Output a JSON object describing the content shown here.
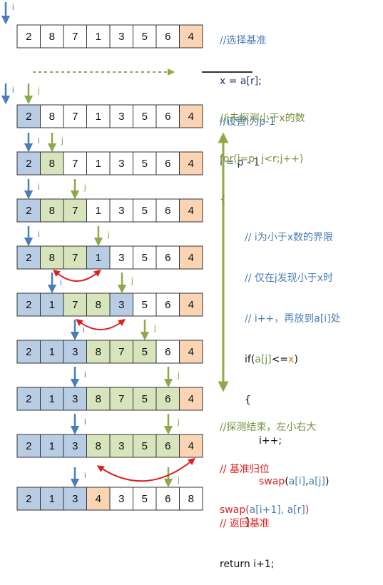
{
  "colors": {
    "default": "#ffffff",
    "blue": "#b8cce4",
    "green": "#d7e4bc",
    "orange": "#fbd4b4",
    "i_pointer": "#4a7ebb",
    "j_pointer": "#8ea84a",
    "swap_arrow": "#e02020",
    "outline": "#333333"
  },
  "pointers": {
    "i": "i",
    "j": "j"
  },
  "rows": [
    {
      "values": [
        "2",
        "8",
        "7",
        "1",
        "3",
        "5",
        "6",
        "4"
      ],
      "fills": [
        "w",
        "w",
        "w",
        "w",
        "w",
        "w",
        "w",
        "o"
      ]
    },
    {
      "values": [
        "2",
        "8",
        "7",
        "1",
        "3",
        "5",
        "6",
        "4"
      ],
      "fills": [
        "b",
        "w",
        "w",
        "w",
        "w",
        "w",
        "w",
        "o"
      ]
    },
    {
      "values": [
        "2",
        "8",
        "7",
        "1",
        "3",
        "5",
        "6",
        "4"
      ],
      "fills": [
        "b",
        "g",
        "w",
        "w",
        "w",
        "w",
        "w",
        "o"
      ]
    },
    {
      "values": [
        "2",
        "8",
        "7",
        "1",
        "3",
        "5",
        "6",
        "4"
      ],
      "fills": [
        "b",
        "g",
        "g",
        "w",
        "w",
        "w",
        "w",
        "o"
      ]
    },
    {
      "values": [
        "2",
        "8",
        "7",
        "1",
        "3",
        "5",
        "6",
        "4"
      ],
      "fills": [
        "b",
        "g",
        "g",
        "b",
        "w",
        "w",
        "w",
        "o"
      ]
    },
    {
      "values": [
        "2",
        "1",
        "7",
        "8",
        "3",
        "5",
        "6",
        "4"
      ],
      "fills": [
        "b",
        "b",
        "g",
        "g",
        "b",
        "w",
        "w",
        "o"
      ]
    },
    {
      "values": [
        "2",
        "1",
        "3",
        "8",
        "7",
        "5",
        "6",
        "4"
      ],
      "fills": [
        "b",
        "b",
        "b",
        "g",
        "g",
        "g",
        "w",
        "o"
      ]
    },
    {
      "values": [
        "2",
        "1",
        "3",
        "8",
        "7",
        "5",
        "6",
        "4"
      ],
      "fills": [
        "b",
        "b",
        "b",
        "g",
        "g",
        "g",
        "g",
        "o"
      ]
    },
    {
      "values": [
        "2",
        "1",
        "3",
        "8",
        "3",
        "5",
        "6",
        "4"
      ],
      "fills": [
        "b",
        "b",
        "b",
        "g",
        "g",
        "g",
        "g",
        "o"
      ]
    },
    {
      "values": [
        "2",
        "1",
        "3",
        "4",
        "3",
        "5",
        "6",
        "8"
      ],
      "fills": [
        "b",
        "b",
        "b",
        "o",
        "w",
        "w",
        "w",
        "w"
      ]
    }
  ],
  "code": {
    "select_pivot_comment": "//选择基准",
    "select_pivot_code": "x = a[r];",
    "set_i_comment": "//设置i为p-1",
    "set_i_code": "i = p - 1",
    "probe_comment": "//j去探测小于x的数",
    "for_line": "for(j=p; j<r;j++)",
    "open_brace": "{",
    "body_comment_1": "// i为小于x数的界限",
    "body_comment_2": "// 仅在j发现小于x时",
    "body_comment_3": "// i++，再放到a[i]处",
    "if_prefix": "if(",
    "if_aj": "a[j]",
    "if_op": "<=",
    "if_x": "x",
    "if_suffix": ")",
    "inner_open": "{",
    "inc_line": "i++;",
    "swap_fn": "swap",
    "swap_args_open": "(",
    "swap_ai": "a[i]",
    "swap_comma": ",",
    "swap_aj": "a[j]",
    "swap_args_close": ")",
    "inner_close": "}",
    "close_brace": "}",
    "end_comment": "//探测结束，左小右大",
    "restore_comment": "// 基准归位",
    "restore_prefix": "swap(",
    "restore_args": "a[i+1], a[r]",
    "restore_suffix": ")",
    "return_comment": "// 返回基准",
    "return_line": "return i+1;"
  }
}
